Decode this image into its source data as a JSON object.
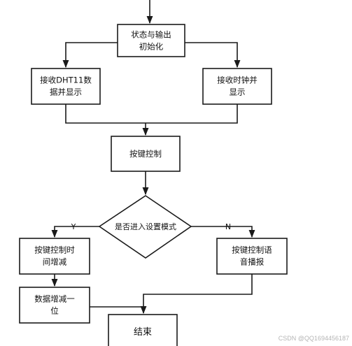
{
  "nodes": {
    "init": {
      "lines": [
        "状态与输出",
        "初始化"
      ]
    },
    "recv_dht": {
      "lines": [
        "接收DHT11数",
        "据并显示"
      ]
    },
    "recv_clock": {
      "lines": [
        "接收时钟并",
        "显示"
      ]
    },
    "key_ctrl": {
      "lines": [
        "按键控制"
      ]
    },
    "decision": {
      "lines": [
        "是否进入设置模式"
      ]
    },
    "time_adj": {
      "lines": [
        "按键控制时",
        "间增减"
      ]
    },
    "voice": {
      "lines": [
        "按键控制语",
        "音播报"
      ]
    },
    "data_adj": {
      "lines": [
        "数据增减一",
        "位"
      ]
    },
    "end": {
      "lines": [
        "结束"
      ]
    }
  },
  "edge_labels": {
    "yes": "Y",
    "no": "N"
  },
  "watermark": "CSDN @QQ1694456187",
  "colors": {
    "stroke": "#1a1a1a",
    "text": "#111111",
    "watermark": "#b5b5b5"
  }
}
